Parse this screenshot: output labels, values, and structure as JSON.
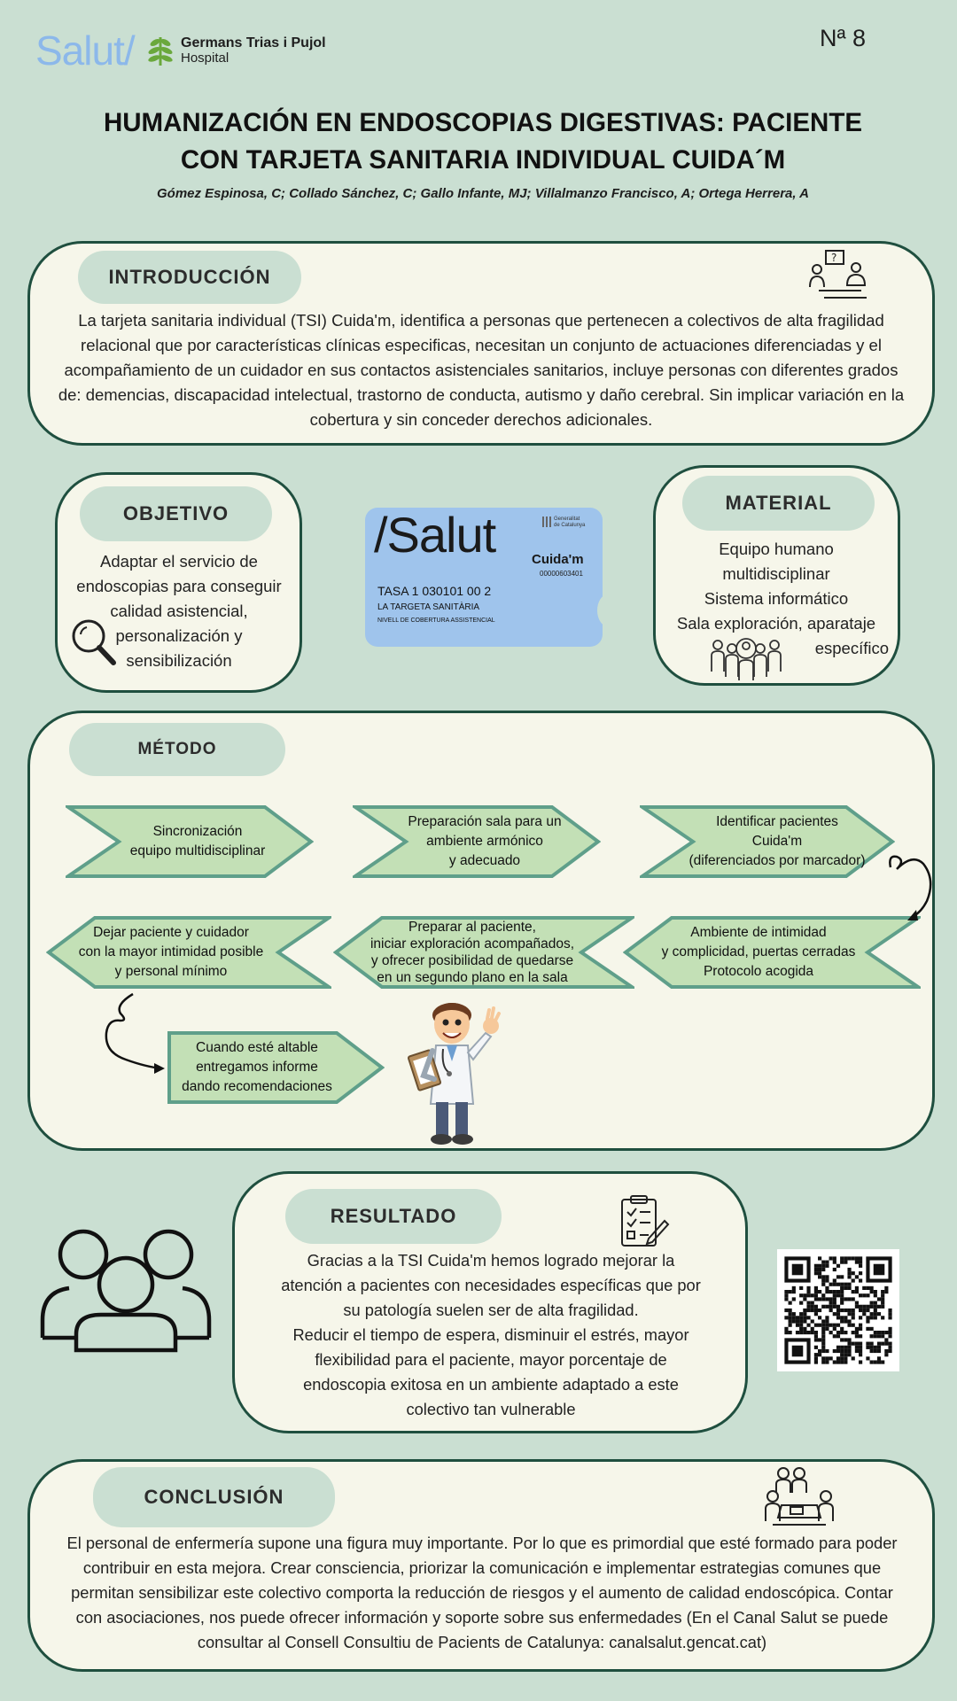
{
  "header": {
    "salut_logo": "Salut/",
    "hospital_name": "Germans Trias i Pujol",
    "hospital_sub": "Hospital",
    "poster_number": "Nª 8"
  },
  "title": {
    "line1": "HUMANIZACIÓN EN ENDOSCOPIAS DIGESTIVAS: PACIENTE",
    "line2": "CON TARJETA SANITARIA INDIVIDUAL CUIDA´M",
    "authors": "Gómez Espinosa, C; Collado Sánchez, C; Gallo Infante, MJ; Villalmanzo Francisco, A; Ortega Herrera, A"
  },
  "introduccion": {
    "heading": "INTRODUCCIÓN",
    "text": "La tarjeta sanitaria individual (TSI) Cuida'm, identifica a personas que pertenecen a colectivos de alta fragilidad relacional que por características clínicas especificas, necesitan un conjunto de actuaciones diferenciadas y el acompañamiento de un cuidador en sus contactos asistenciales sanitarios, incluye personas con diferentes grados de: demencias, discapacidad intelectual, trastorno de conducta, autismo y daño cerebral. Sin implicar variación en la cobertura y sin conceder derechos adicionales."
  },
  "objetivo": {
    "heading": "OBJETIVO",
    "text": "Adaptar el servicio de\nendoscopias para conseguir\ncalidad asistencial,\npersonalización y\nsensibilización"
  },
  "card": {
    "brand": "/Salut",
    "gov_line1": "Generalitat",
    "gov_line2": "de Catalunya",
    "cuidam": "Cuida'm",
    "serial": "00000603401",
    "number": "TASA 1 030101 00 2",
    "line1": "LA TARGETA SANITÀRIA",
    "line2": "NIVELL DE COBERTURA ASSISTENCIAL"
  },
  "material": {
    "heading": "MATERIAL",
    "items": [
      "Equipo humano",
      "multidisciplinar",
      "Sistema informático",
      "Sala exploración, aparataje",
      "específico"
    ]
  },
  "metodo": {
    "heading": "MÉTODO",
    "steps": [
      "Sincronización\nequipo multidisciplinar",
      "Preparación sala para un\nambiente armónico\ny adecuado",
      "Identificar pacientes\nCuida'm\n(diferenciados por marcador)",
      "Dejar paciente y cuidador\ncon la mayor intimidad posible\ny personal mínimo",
      "Preparar al paciente,\niniciar exploración acompañados,\ny ofrecer posibilidad de quedarse\nen un segundo plano en la sala",
      "Ambiente de intimidad\ny complicidad, puertas cerradas\nProtocolo acogida",
      "Cuando esté altable\nentregamos informe\ndando recomendaciones"
    ]
  },
  "resultado": {
    "heading": "RESULTADO",
    "text": "Gracias a la TSI Cuida'm hemos logrado mejorar la\natención a pacientes con necesidades específicas que por\nsu patología suelen ser de alta fragilidad.\nReducir el tiempo de espera, disminuir el estrés, mayor\nflexibilidad para el paciente, mayor porcentaje de\nendoscopia exitosa en un ambiente adaptado a este\ncolectivo tan vulnerable"
  },
  "conclusion": {
    "heading": "CONCLUSIÓN",
    "text": "El personal de enfermería supone una figura muy importante. Por lo que es primordial que esté formado para poder contribuir en esta mejora. Crear consciencia, priorizar la comunicación e implementar estrategias comunes que permitan sensibilizar este colectivo comporta la reducción de riesgos y el aumento de calidad endoscópica. Contar con asociaciones, nos puede ofrecer información y soporte sobre sus enfermedades (En el Canal Salut se puede consultar al Consell Consultiu de Pacients de Catalunya: canalsalut.gencat.cat)"
  },
  "colors": {
    "background": "#cadfd2",
    "panel": "#f6f6ea",
    "border": "#1f4f3f",
    "arrow_fill": "#c3e0b6",
    "arrow_stroke": "#5f9f8a",
    "card": "#9fc4ec",
    "salut_logo": "#8cb8ea"
  }
}
